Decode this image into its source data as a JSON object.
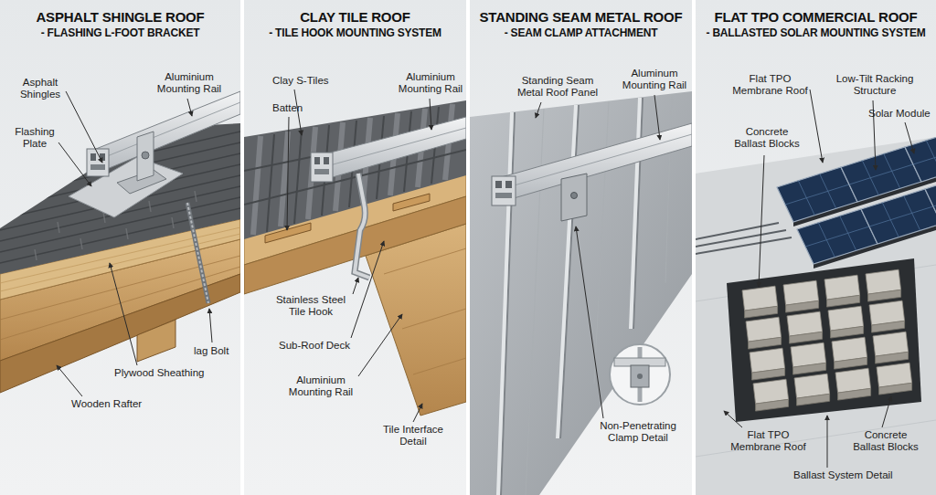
{
  "diagram": {
    "nodes": [
      {
        "text": [
          "ASPHALT SHINGLE ROOF",
          "- FLASHING L-FOOT BRACKET"
        ]
      },
      {
        "text": [
          "CLAY TILE ROOF",
          "- TILE HOOK MOUNTING SYSTEM"
        ]
      },
      {
        "text": [
          "STANDING SEAM METAL ROOF",
          "- SEAM CLAMP ATTACHMENT"
        ]
      },
      {
        "text": [
          "FLAT TPO COMMERCIAL ROOF",
          "- BALLASTED SOLAR MOUNTING SYSTEM"
        ]
      }
    ],
    "labels": [
      "Asphalt Shingles",
      "Aluminium Mounting Rail",
      "Flashing Plate",
      "lag Bolt",
      "Plywood Sheathing",
      "Wooden Rafter",
      "Clay S-Tiles",
      "Aluminium Mounting Rail",
      "Batten",
      "Stainless Steel Tile Hook",
      "Sub-Roof Deck",
      "Aluminium Mounting Rail",
      "Tile Interface Detail",
      "Standing Seam Metal Roof Panel",
      "Aluminum Mounting Rail",
      "Non-Penetrating Clamp Detail",
      "Flat TPO Membrane Roof",
      "Low-Tilt Racking Structure",
      "Concrete Ballast Blocks",
      "Solar Module",
      "Flat TPO Membrane Roof",
      "Concrete Ballast Blocks",
      "Ballast System Detail"
    ]
  }
}
